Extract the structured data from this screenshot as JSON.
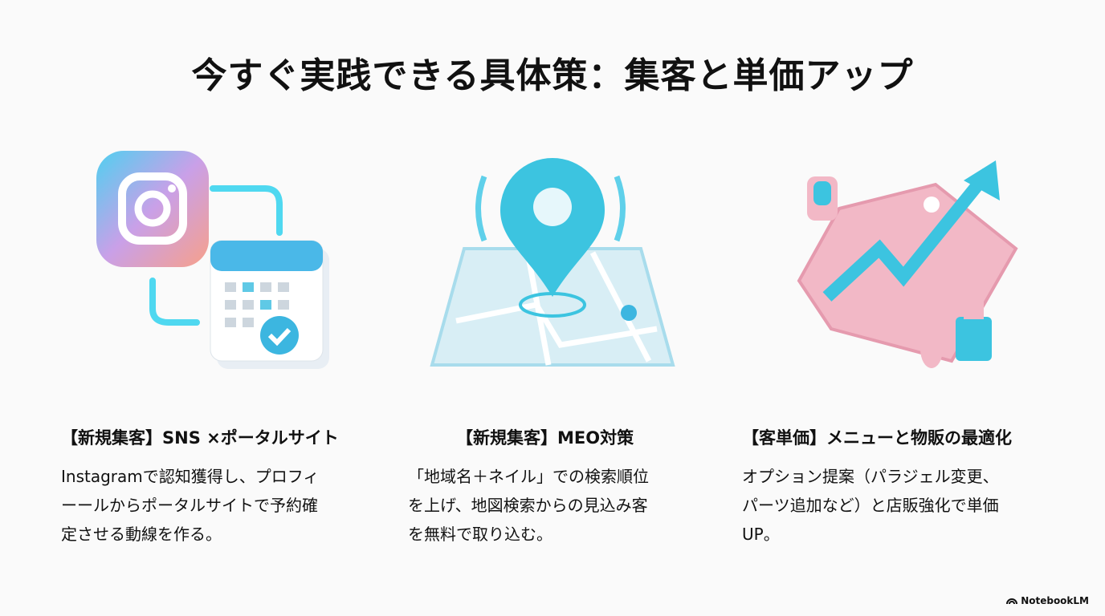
{
  "title": "今すぐ実践できる具体策：集客と単価アップ",
  "columns": [
    {
      "heading": "【新規集客】SNS ×ポータルサイト",
      "lines": [
        "Instagramで認知獲得し、プロフィ",
        "ーールからポータルサイトで予約確",
        "定させる動線を作る。"
      ]
    },
    {
      "heading": "【新規集客】MEO対策",
      "lines": [
        "「地域名＋ネイル」での検索順位",
        "を上げ、地図検索からの見込み客",
        "を無料で取り込む。"
      ]
    },
    {
      "heading": "【客単価】メニューと物販の最適化",
      "lines": [
        "オプション提案（パラジェル変更、",
        "パーツ追加など）と店販強化で単価",
        "UP。"
      ]
    }
  ],
  "brand": "NotebookLM",
  "colors": {
    "accent": "#3cc4e0",
    "pink": "#f2b8c6"
  }
}
